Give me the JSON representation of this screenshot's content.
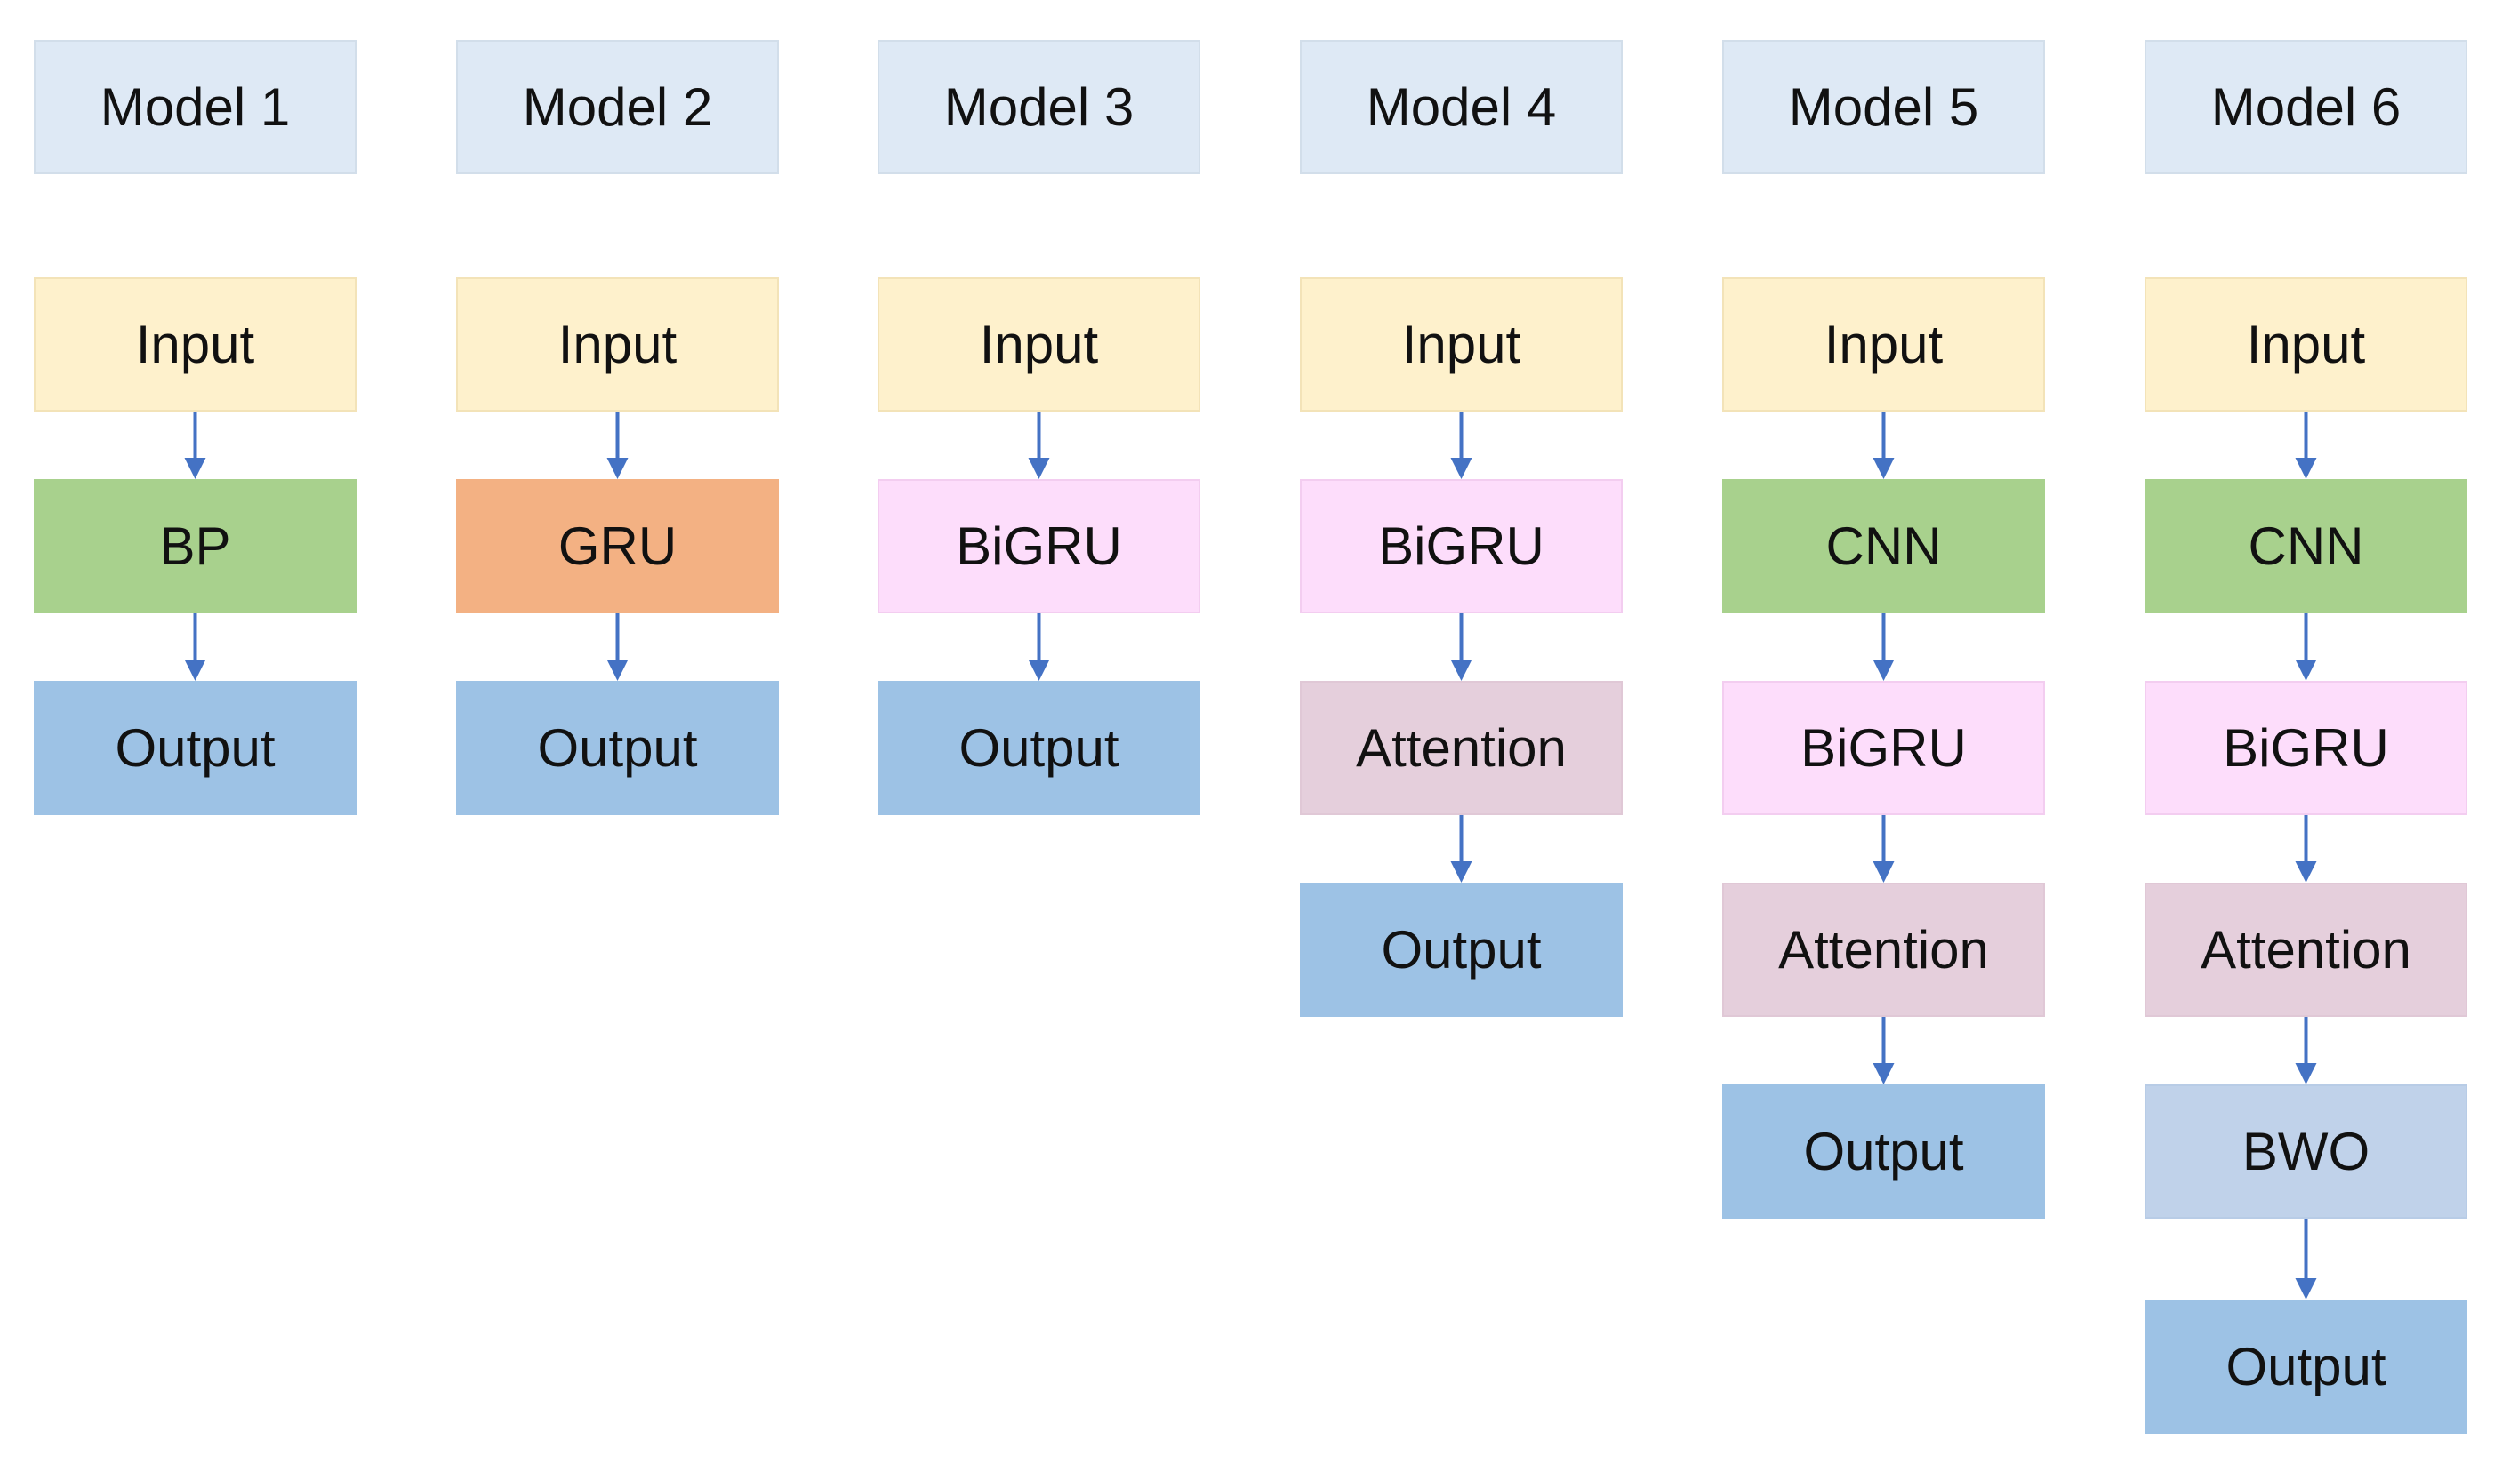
{
  "models": [
    {
      "title": "Model 1",
      "layers": [
        {
          "label": "Input",
          "type": "input"
        },
        {
          "label": "BP",
          "type": "bp"
        },
        {
          "label": "Output",
          "type": "output"
        }
      ]
    },
    {
      "title": "Model 2",
      "layers": [
        {
          "label": "Input",
          "type": "input"
        },
        {
          "label": "GRU",
          "type": "gru"
        },
        {
          "label": "Output",
          "type": "output"
        }
      ]
    },
    {
      "title": "Model 3",
      "layers": [
        {
          "label": "Input",
          "type": "input"
        },
        {
          "label": "BiGRU",
          "type": "bigru"
        },
        {
          "label": "Output",
          "type": "output"
        }
      ]
    },
    {
      "title": "Model 4",
      "layers": [
        {
          "label": "Input",
          "type": "input"
        },
        {
          "label": "BiGRU",
          "type": "bigru"
        },
        {
          "label": "Attention",
          "type": "attention"
        },
        {
          "label": "Output",
          "type": "output"
        }
      ]
    },
    {
      "title": "Model 5",
      "layers": [
        {
          "label": "Input",
          "type": "input"
        },
        {
          "label": "CNN",
          "type": "cnn"
        },
        {
          "label": "BiGRU",
          "type": "bigru"
        },
        {
          "label": "Attention",
          "type": "attention"
        },
        {
          "label": "Output",
          "type": "output"
        }
      ]
    },
    {
      "title": "Model 6",
      "layers": [
        {
          "label": "Input",
          "type": "input"
        },
        {
          "label": "CNN",
          "type": "cnn"
        },
        {
          "label": "BiGRU",
          "type": "bigru"
        },
        {
          "label": "Attention",
          "type": "attention"
        },
        {
          "label": "BWO",
          "type": "bwo"
        },
        {
          "label": "Output",
          "type": "output"
        }
      ]
    }
  ],
  "colors": {
    "title": "#dee9f5",
    "input": "#fef1cc",
    "bp": "#a8d18d",
    "cnn": "#a8d18d",
    "gru": "#f3b183",
    "bigru": "#fdddfb",
    "attention": "#e5cfdc",
    "bwo": "#c0d2ea",
    "output": "#9dc2e5",
    "arrow": "#4472c4"
  }
}
